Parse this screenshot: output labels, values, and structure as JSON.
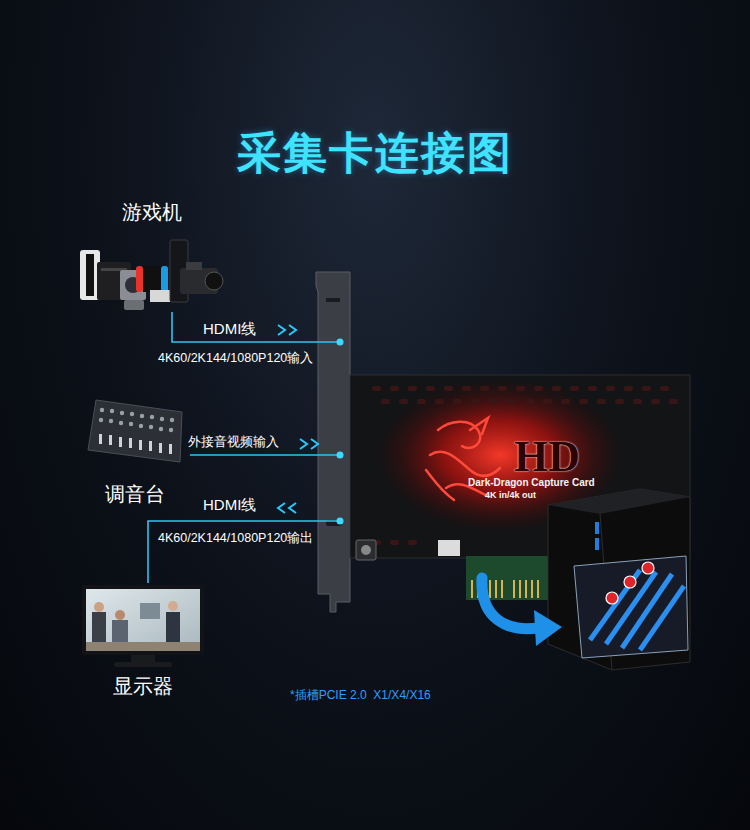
{
  "diagram": {
    "title": "采集卡连接图",
    "nodes": [
      {
        "text": [
          "游戏机"
        ]
      },
      {
        "text": [
          "调音台"
        ]
      },
      {
        "text": [
          "显示器"
        ]
      },
      {
        "text": [
          "HD",
          "Dark-Dragon Capture Card",
          "4K in/4k out"
        ]
      }
    ],
    "edges": [
      {
        "from": 0,
        "to": 3,
        "label": "HDMI线",
        "arrow": "none"
      },
      {
        "from": 1,
        "to": 3,
        "label": "外接音视频输入",
        "arrow": "none"
      },
      {
        "from": 3,
        "to": 2,
        "label": "HDMI线",
        "arrow": "none"
      }
    ],
    "labels": [
      "4K60/2K144/1080P120输入",
      "4K60/2K144/1080P120输出",
      "*插槽PCIE 2.0  X1/X4/X16"
    ]
  }
}
